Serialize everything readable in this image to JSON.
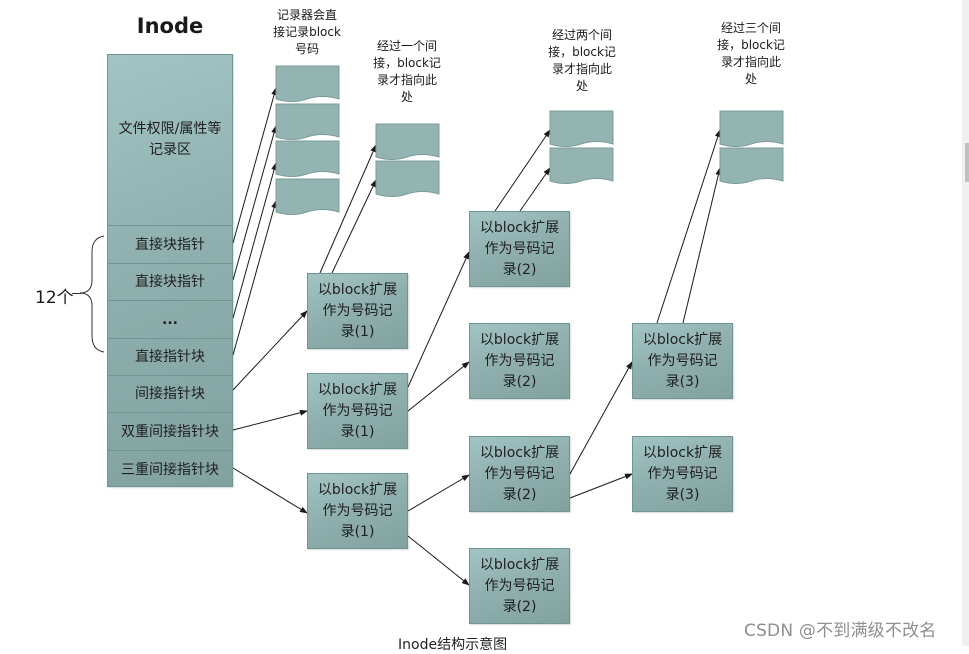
{
  "diagram": {
    "title": "Inode",
    "caption": "Inode结构示意图",
    "watermark": "CSDN @不到满级不改名",
    "inode_cells": [
      {
        "label": "文件权限/属性等\n记录区"
      },
      {
        "label": "直接块指针"
      },
      {
        "label": "直接块指针"
      },
      {
        "label": "..."
      },
      {
        "label": "直接指针块"
      },
      {
        "label": "间接指针块"
      },
      {
        "label": "双重间接指针块"
      },
      {
        "label": "三重间接指针块"
      }
    ],
    "brace_label": "12个",
    "notes": {
      "direct": "记录器会直\n接记录block\n号码",
      "single": "经过一个间\n接，block记\n录才指向此\n处",
      "double": "经过两个间\n接，block记\n录才指向此\n处",
      "triple": "经过三个间\n接，block记\n录才指向此\n处"
    },
    "records": {
      "single_1": "以block扩展\n作为号码记\n录(1)",
      "double_1": "以block扩展\n作为号码记\n录(1)",
      "triple_1": "以block扩展\n作为号码记\n录(1)",
      "double_2a": "以block扩展\n作为号码记\n录(2)",
      "double_2b": "以block扩展\n作为号码记\n录(2)",
      "triple_2a": "以block扩展\n作为号码记\n录(2)",
      "triple_2b": "以block扩展\n作为号码记\n录(2)",
      "triple_3a": "以block扩展\n作为号码记\n录(3)",
      "triple_3b": "以block扩展\n作为号码记\n录(3)"
    },
    "colors": {
      "box_fill": "#8fb0ae",
      "box_border": "#6f9695",
      "arrow": "#1a1a1a",
      "watermark": "#8f8f8f"
    }
  }
}
